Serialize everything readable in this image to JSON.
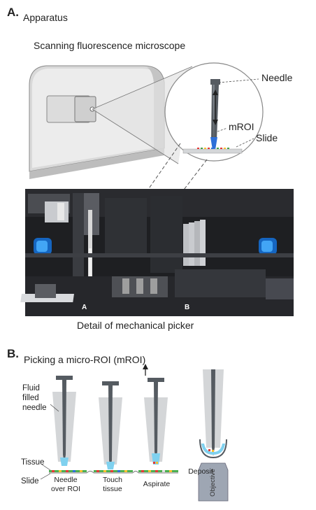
{
  "panel_a": {
    "letter": "A.",
    "title": "Apparatus",
    "subtitle": "Scanning fluorescence microscope",
    "callout_needle": "Needle",
    "callout_mroi": "mROI",
    "callout_slide": "Slide",
    "photo_label_a": "A",
    "photo_label_b": "B",
    "photo_caption": "Detail of mechanical picker"
  },
  "panel_b": {
    "letter": "B.",
    "title": "Picking a micro-ROI (mROI)",
    "label_fluid": "Fluid\nfilled\nneedle",
    "label_tissue": "Tissue",
    "label_slide": "Slide",
    "step1": "Needle\nover ROI",
    "step2": "Touch\ntissue",
    "step3": "Aspirate",
    "step4": "Deposit",
    "objective": "Objective"
  },
  "colors": {
    "needle_dark": "#555b61",
    "needle_light": "#d4d6d8",
    "fluid_blue": "#7fd1ef",
    "mroi_blue": "#2d6fd8",
    "housing": "#e9e9e9",
    "housing_dark": "#a0a0a0"
  }
}
